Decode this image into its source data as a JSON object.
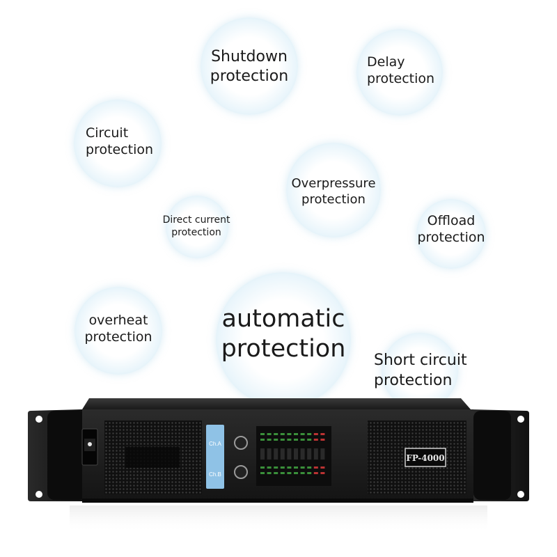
{
  "features": [
    {
      "id": "shutdown",
      "line1": "Shutdown",
      "line2": "protection"
    },
    {
      "id": "delay",
      "line1": "Delay",
      "line2": "protection"
    },
    {
      "id": "circuit",
      "line1": "Circuit",
      "line2": "protection"
    },
    {
      "id": "overpressure",
      "line1": "Overpressure",
      "line2": "protection"
    },
    {
      "id": "direct-current",
      "line1": "Direct current",
      "line2": "protection"
    },
    {
      "id": "offload",
      "line1": "Offload",
      "line2": "protection"
    },
    {
      "id": "overheat",
      "line1": "overheat",
      "line2": "protection"
    },
    {
      "id": "automatic",
      "line1": "automatic",
      "line2": "protection"
    },
    {
      "id": "short-circuit",
      "line1": "Short circuit",
      "line2": "protection"
    }
  ],
  "product": {
    "model": "FP-4000",
    "channel_a": "Ch.A",
    "channel_b": "Ch.B"
  }
}
